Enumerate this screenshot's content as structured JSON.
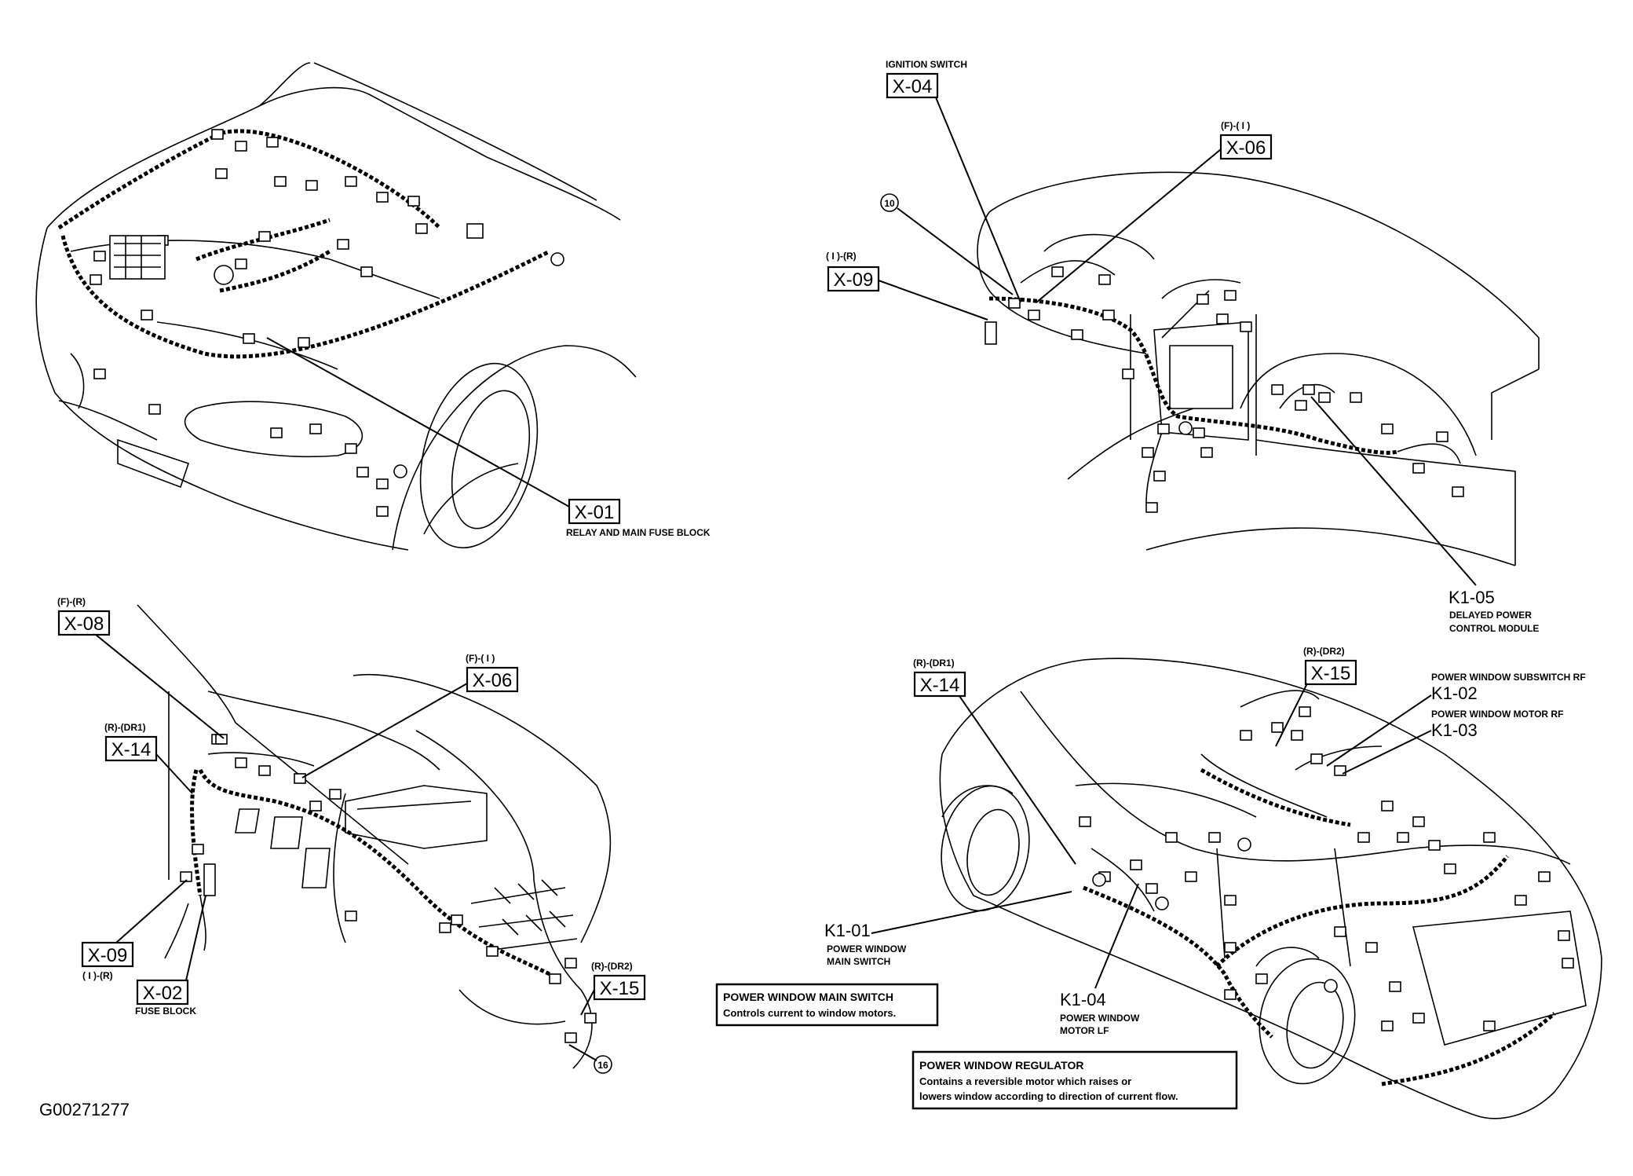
{
  "figure_id": "G00271277",
  "panels": {
    "top_left": {
      "callouts": [
        {
          "code": "X-01",
          "caption": "RELAY AND MAIN FUSE BLOCK"
        }
      ]
    },
    "top_right": {
      "callouts": [
        {
          "code": "X-04",
          "caption": "IGNITION SWITCH"
        },
        {
          "code": "X-06",
          "position": "(F)-( I )"
        },
        {
          "code": "X-09",
          "position": "( I )-(R)"
        },
        {
          "code": "K1-05",
          "caption_line1": "DELAYED POWER",
          "caption_line2": "CONTROL MODULE"
        }
      ],
      "ground_point": "10"
    },
    "bottom_left": {
      "callouts": [
        {
          "code": "X-08",
          "position": "(F)-(R)"
        },
        {
          "code": "X-06",
          "position": "(F)-( I )"
        },
        {
          "code": "X-14",
          "position": "(R)-(DR1)"
        },
        {
          "code": "X-09",
          "position": "( I )-(R)"
        },
        {
          "code": "X-02",
          "caption": "FUSE BLOCK"
        },
        {
          "code": "X-15",
          "position": "(R)-(DR2)"
        }
      ],
      "ground_point": "16"
    },
    "bottom_right": {
      "callouts": [
        {
          "code": "X-14",
          "position": "(R)-(DR1)"
        },
        {
          "code": "X-15",
          "position": "(R)-(DR2)"
        },
        {
          "code": "K1-02",
          "caption": "POWER WINDOW SUBSWITCH RF"
        },
        {
          "code": "K1-03",
          "caption": "POWER WINDOW MOTOR RF"
        },
        {
          "code": "K1-01",
          "caption_line1": "POWER WINDOW",
          "caption_line2": "MAIN SWITCH"
        },
        {
          "code": "K1-04",
          "caption_line1": "POWER WINDOW",
          "caption_line2": "MOTOR LF"
        }
      ],
      "notes": [
        {
          "title": "POWER WINDOW MAIN SWITCH",
          "line1": "Controls current to window motors."
        },
        {
          "title": "POWER WINDOW REGULATOR",
          "line1": "Contains a reversible motor which raises or",
          "line2": "lowers window according to direction of current flow."
        }
      ]
    }
  }
}
